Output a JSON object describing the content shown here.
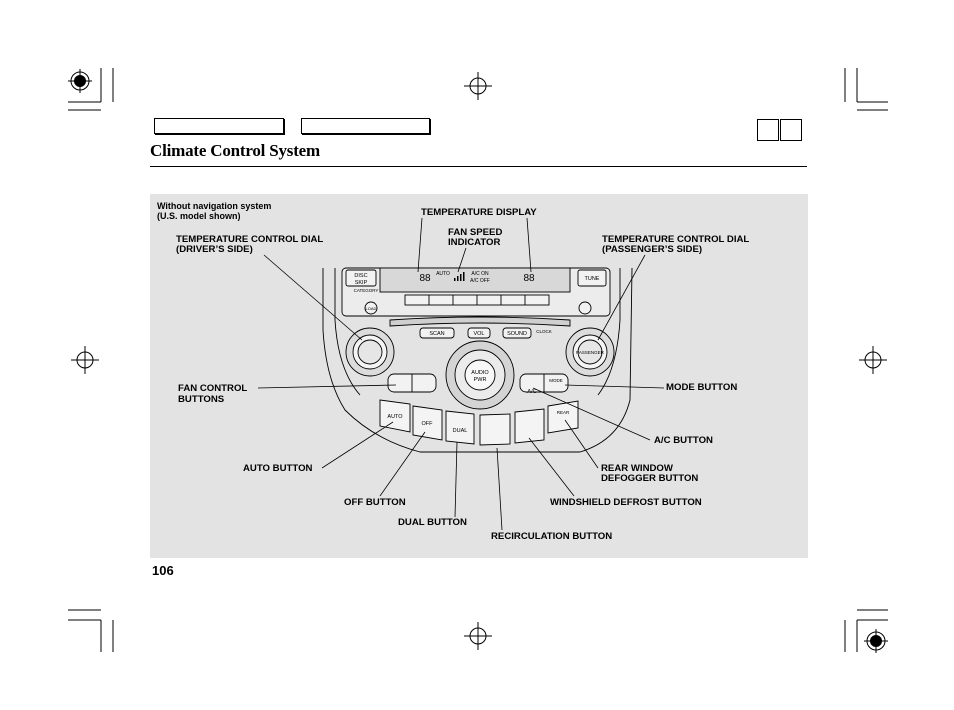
{
  "page": {
    "title": "Climate Control System",
    "page_number": "106"
  },
  "figure": {
    "caption_line1": "Without navigation system",
    "caption_line2": "(U.S. model shown)",
    "labels": {
      "temperature_display": "TEMPERATURE DISPLAY",
      "fan_speed_indicator_1": "FAN SPEED",
      "fan_speed_indicator_2": "INDICATOR",
      "temp_dial_driver_1": "TEMPERATURE CONTROL DIAL",
      "temp_dial_driver_2": "(DRIVER’S SIDE)",
      "temp_dial_passenger_1": "TEMPERATURE CONTROL DIAL",
      "temp_dial_passenger_2": "(PASSENGER’S SIDE)",
      "fan_control_1": "FAN CONTROL",
      "fan_control_2": "BUTTONS",
      "mode_button": "MODE BUTTON",
      "ac_button": "A/C BUTTON",
      "rear_window_1": "REAR WINDOW",
      "rear_window_2": "DEFOGGER BUTTON",
      "auto_button": "AUTO BUTTON",
      "off_button": "OFF BUTTON",
      "windshield_defrost": "WINDSHIELD DEFROST BUTTON",
      "dual_button": "DUAL BUTTON",
      "recirculation_button": "RECIRCULATION BUTTON"
    },
    "panel_text": {
      "disc_skip": "DISC",
      "category": "CATEGORY",
      "load": "LOAD",
      "tune": "TUNE",
      "seek_skip": "SKIP",
      "scan": "SCAN",
      "vol": "VOL",
      "sound": "SOUND",
      "clock": "CLOCK",
      "audio": "AUDIO",
      "pwr": "PWR",
      "passenger": "PASSENGER",
      "ac": "A/C",
      "auto": "AUTO",
      "off": "OFF",
      "dual": "DUAL",
      "rear": "REAR",
      "mode": "MODE",
      "display_left_temp": "88",
      "display_right_temp": "88",
      "display_auto": "AUTO",
      "ac_on": "A/C ON",
      "ac_off": "A/C OFF"
    }
  }
}
